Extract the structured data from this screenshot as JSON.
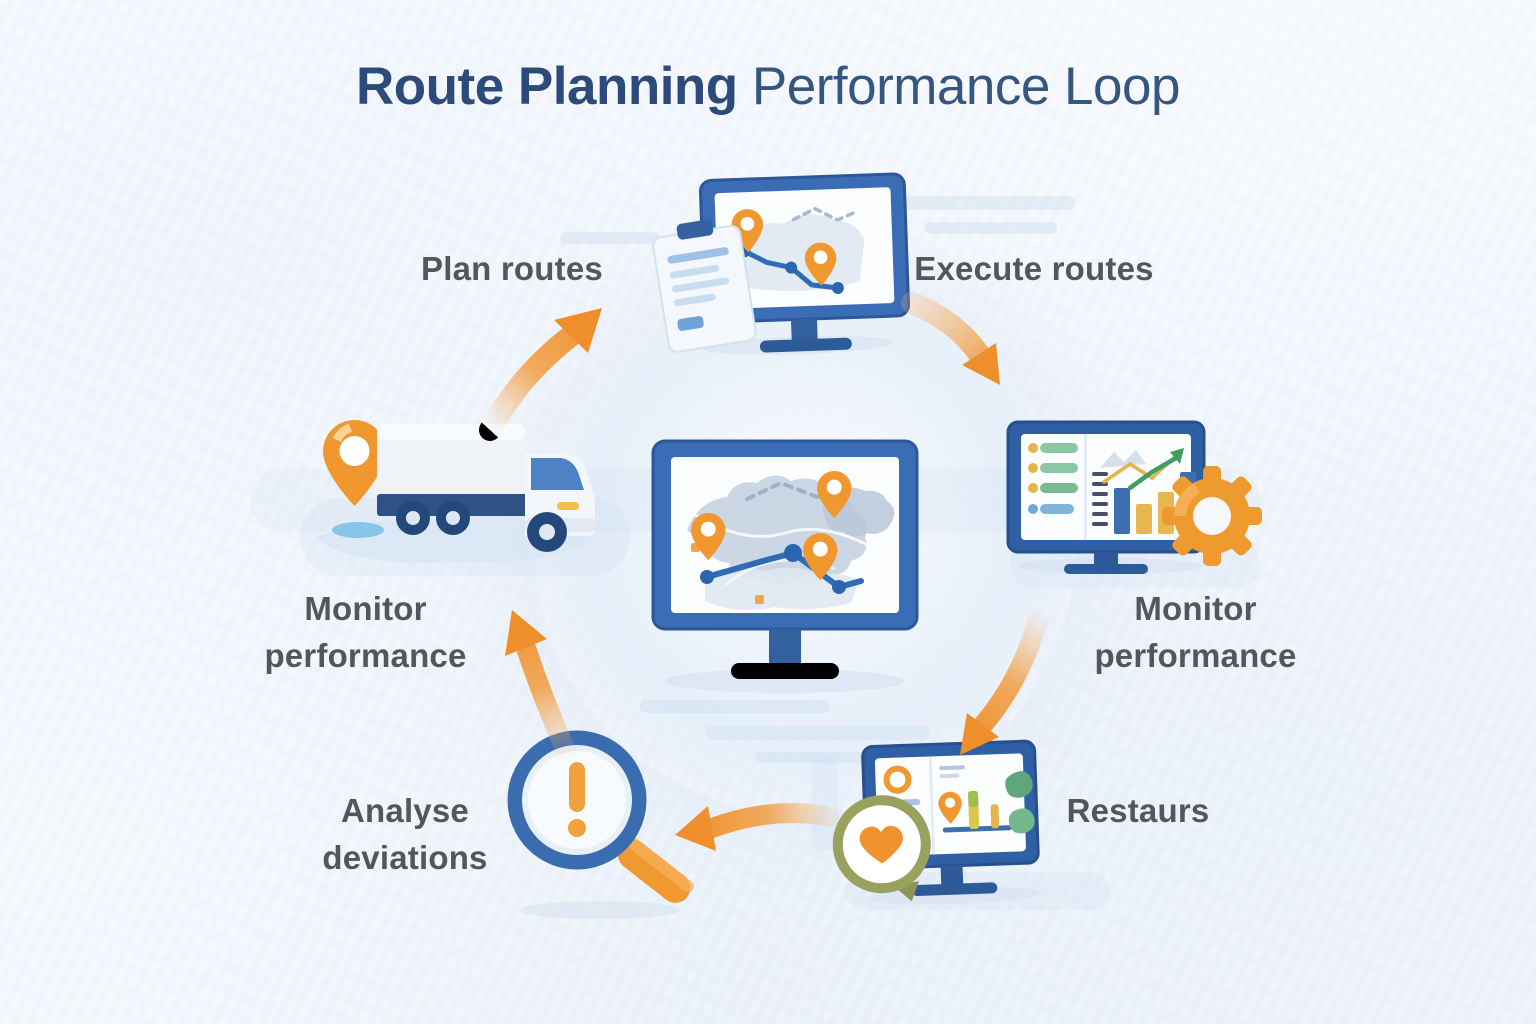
{
  "title": {
    "emphasis": "Route Planning",
    "rest": "Performance Loop"
  },
  "steps": [
    {
      "id": "plan-routes",
      "label": "Plan routes",
      "icon": "planning-monitor-route-icon"
    },
    {
      "id": "execute-routes",
      "label": "Execute routes",
      "icon": "curved-arrow-icon"
    },
    {
      "id": "monitor-performance-right",
      "label": "Monitor performance",
      "icon": "analytics-dashboard-gear-icon"
    },
    {
      "id": "restaurs",
      "label": "Restaurs",
      "icon": "dashboard-heart-badge-icon"
    },
    {
      "id": "analyse-deviations",
      "label": "Analyse deviations",
      "icon": "magnifier-alert-icon"
    },
    {
      "id": "monitor-performance-left",
      "label": "Monitor performance",
      "icon": "delivery-truck-location-pin-icon"
    }
  ],
  "center": {
    "icon": "route-map-monitor-icon"
  },
  "colors": {
    "title_blue": "#2C4A7A",
    "label_gray": "#54565A",
    "monitor_blue": "#33619F",
    "accent_orange": "#F0982F",
    "map_light_blue": "#D9E6F4",
    "chart_yellow": "#E6B84F",
    "chart_green": "#4C9E6C"
  }
}
